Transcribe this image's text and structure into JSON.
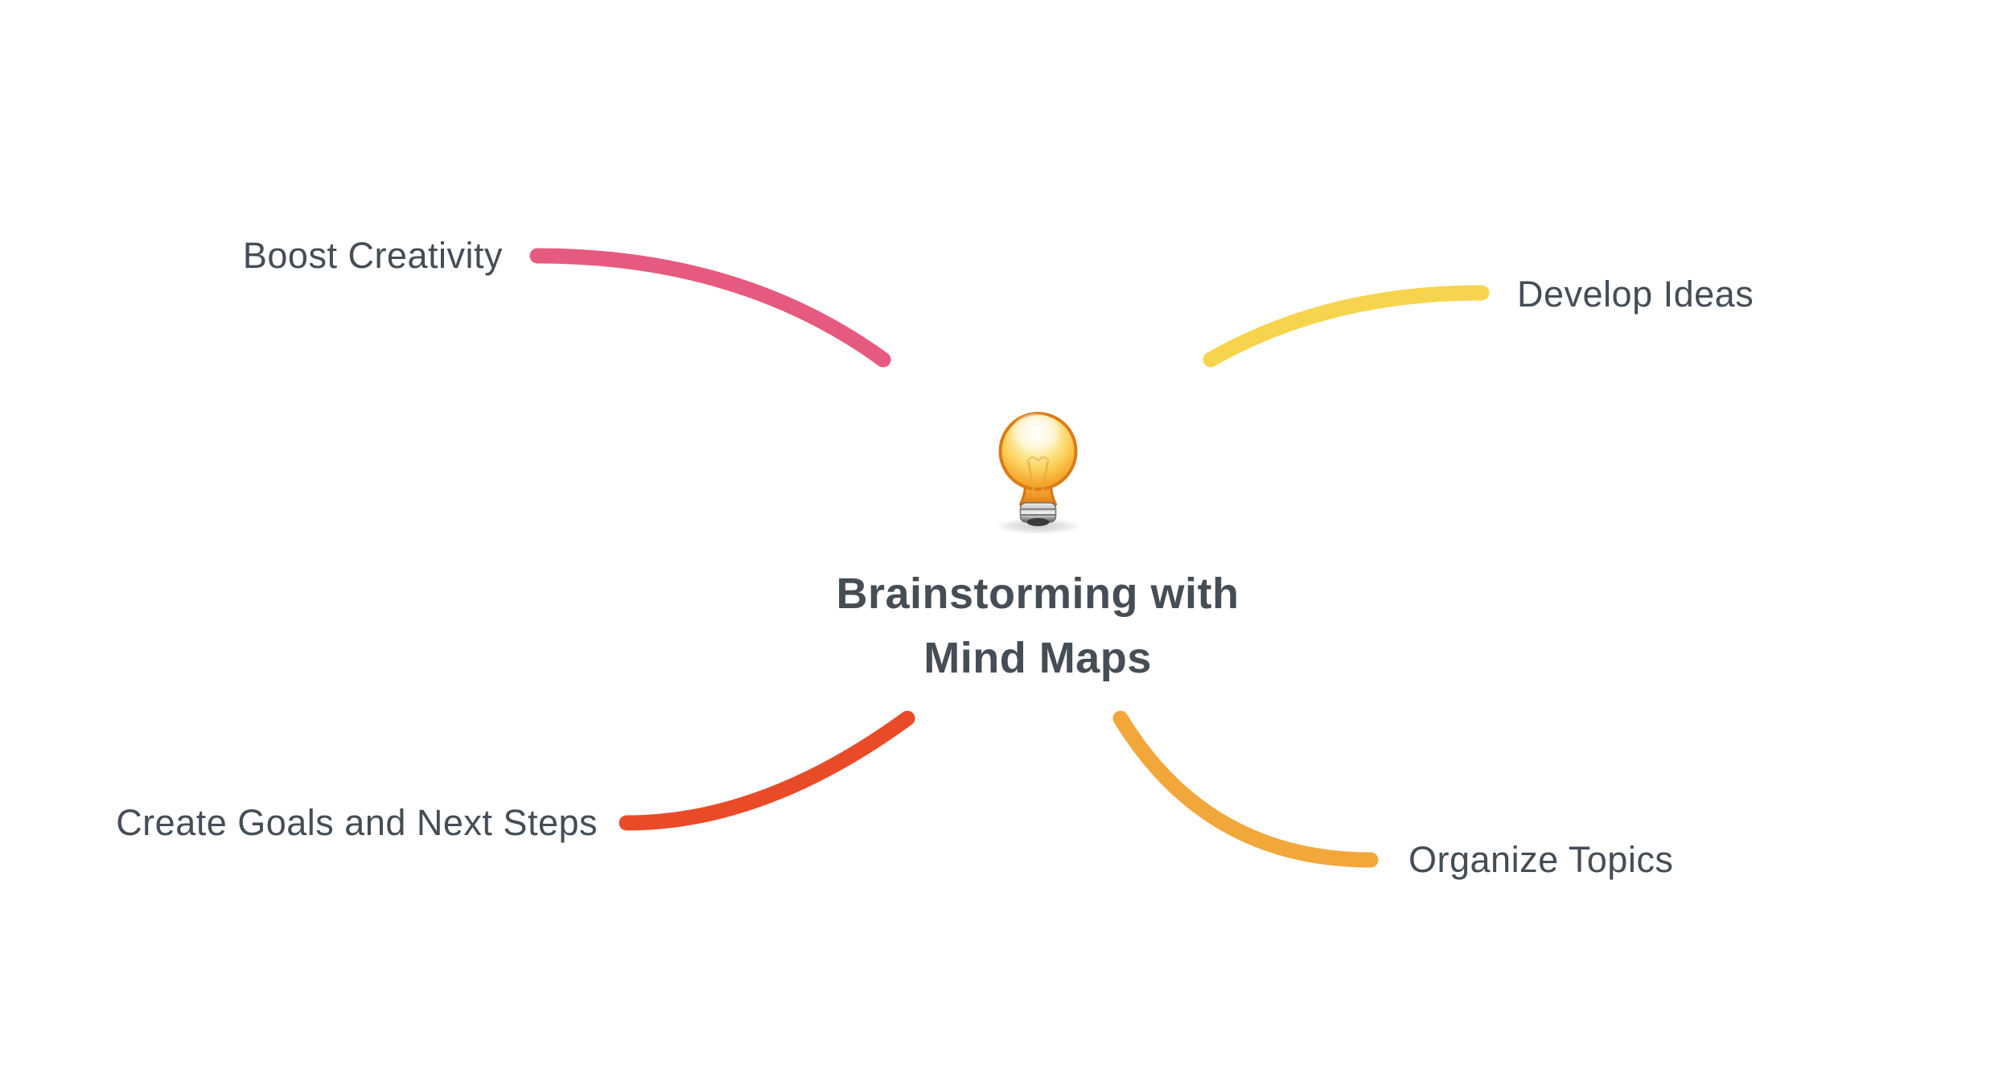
{
  "page": {
    "background_color": "#ffffff",
    "text_color": "#454d55"
  },
  "center": {
    "icon": "lightbulb-icon",
    "title_line1": "Brainstorming with",
    "title_line2": "Mind Maps"
  },
  "branches": [
    {
      "id": "boost-creativity",
      "label": "Boost Creativity",
      "color": "#e75a80",
      "position": "top-left"
    },
    {
      "id": "develop-ideas",
      "label": "Develop Ideas",
      "color": "#f6d44d",
      "position": "top-right"
    },
    {
      "id": "create-goals-and-next-steps",
      "label": "Create Goals and Next Steps",
      "color": "#e94a28",
      "position": "bottom-left"
    },
    {
      "id": "organize-topics",
      "label": "Organize Topics",
      "color": "#f2a73b",
      "position": "bottom-right"
    }
  ]
}
